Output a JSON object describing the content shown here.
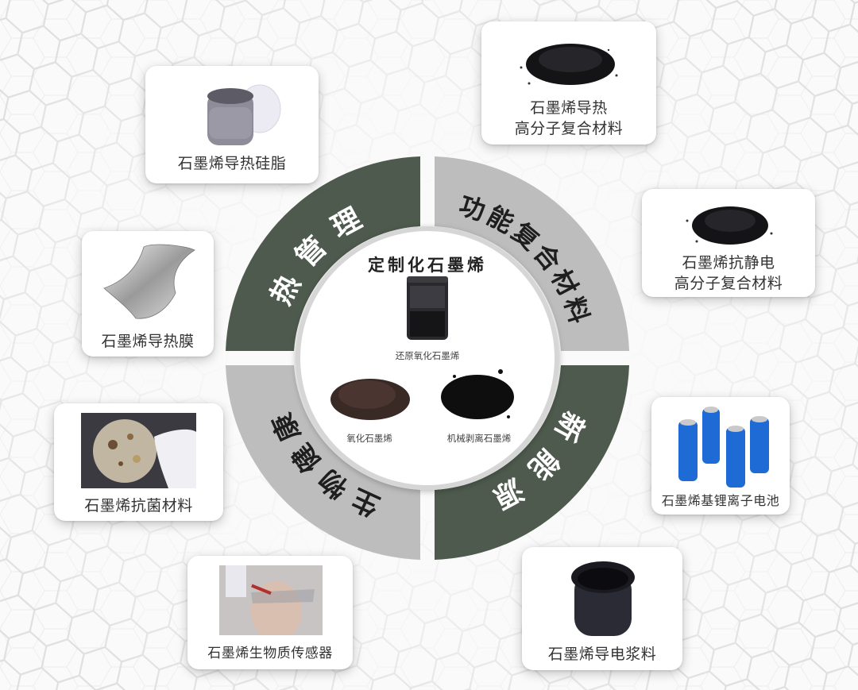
{
  "center": {
    "title": "定制化石墨烯",
    "items": [
      {
        "label": "还原氧化石墨烯"
      },
      {
        "label": "氧化石墨烯"
      },
      {
        "label": "机械剥离石墨烯"
      }
    ]
  },
  "segments": [
    {
      "label": "热管理",
      "color": "#4d5a4d",
      "text_color": "#ffffff"
    },
    {
      "label": "功能复合材料",
      "color": "#bdbdbd",
      "text_color": "#1e1e1e"
    },
    {
      "label": "新能源",
      "color": "#4d5a4d",
      "text_color": "#ffffff"
    },
    {
      "label": "生物健康",
      "color": "#bdbdbd",
      "text_color": "#1e1e1e"
    }
  ],
  "cards": [
    {
      "label": "石墨烯导热硅脂",
      "icon": "thermal-grease-jar"
    },
    {
      "label": "石墨烯导热\n高分子复合材料",
      "icon": "black-granules-pile"
    },
    {
      "label": "石墨烯抗静电\n高分子复合材料",
      "icon": "black-granules-pile"
    },
    {
      "label": "石墨烯导热膜",
      "icon": "graphene-film-sheet"
    },
    {
      "label": "石墨烯抗菌材料",
      "icon": "petri-dish"
    },
    {
      "label": "石墨烯基锂离子电池",
      "icon": "lithium-batteries"
    },
    {
      "label": "石墨烯生物质传感器",
      "icon": "lab-researcher"
    },
    {
      "label": "石墨烯导电浆料",
      "icon": "conductive-paste-jar"
    }
  ]
}
